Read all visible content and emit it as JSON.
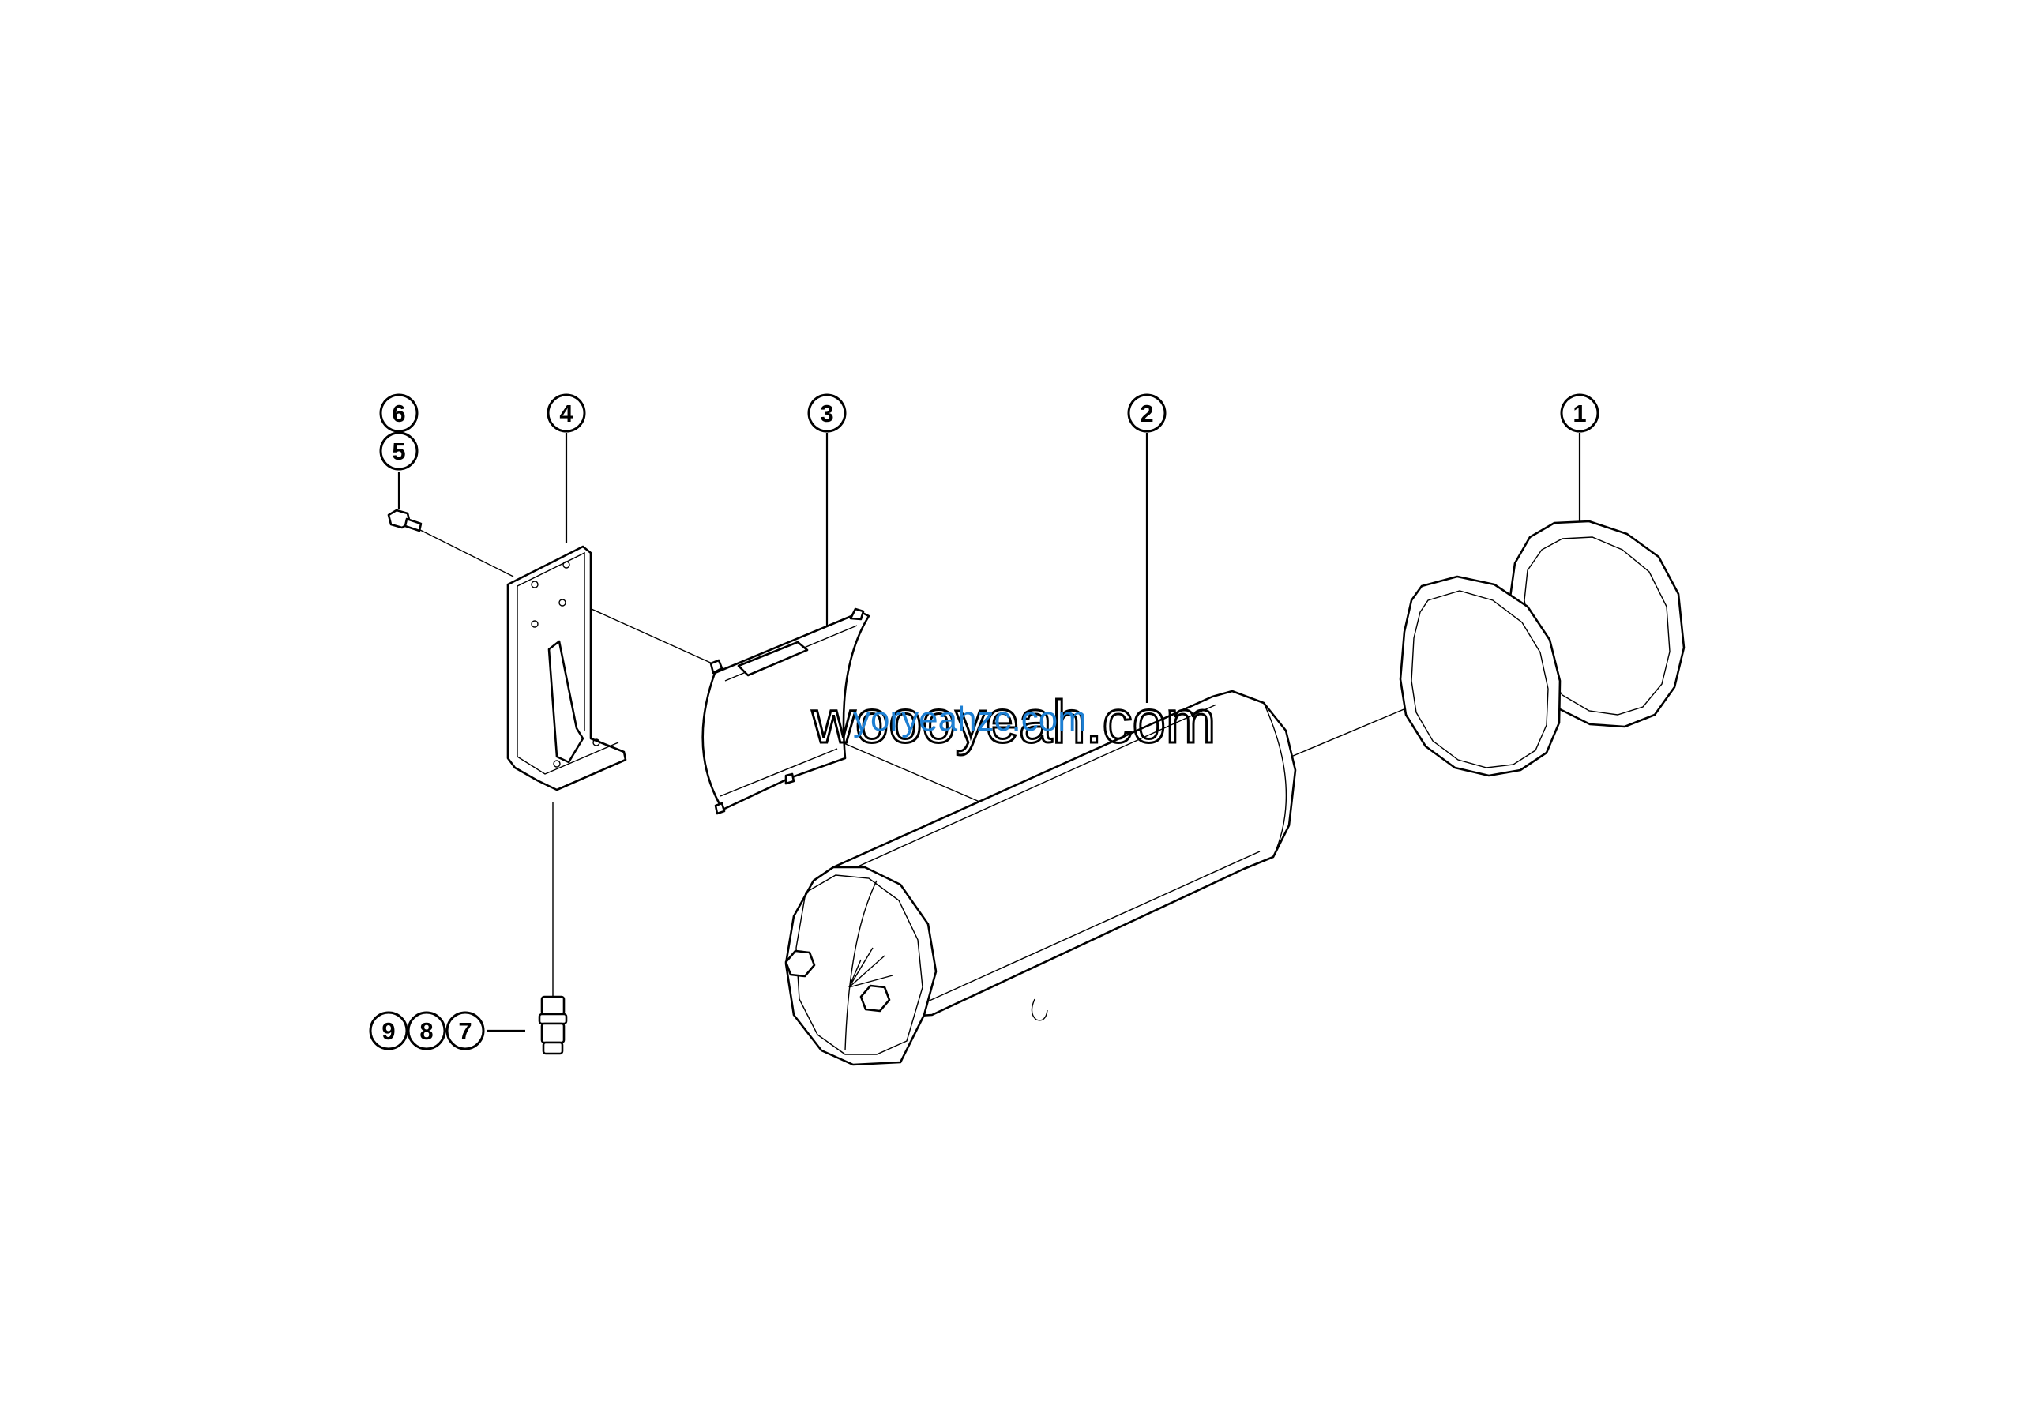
{
  "callouts": [
    {
      "id": "1",
      "label": "1"
    },
    {
      "id": "2",
      "label": "2"
    },
    {
      "id": "3",
      "label": "3"
    },
    {
      "id": "4",
      "label": "4"
    },
    {
      "id": "5",
      "label": "5"
    },
    {
      "id": "6",
      "label": "6"
    },
    {
      "id": "7",
      "label": "7"
    },
    {
      "id": "8",
      "label": "8"
    },
    {
      "id": "9",
      "label": "9"
    }
  ],
  "watermark": {
    "back_text": "woooyeah.com",
    "front_text": "yoryeahzc.com",
    "front_color": "#1d7fd3"
  }
}
